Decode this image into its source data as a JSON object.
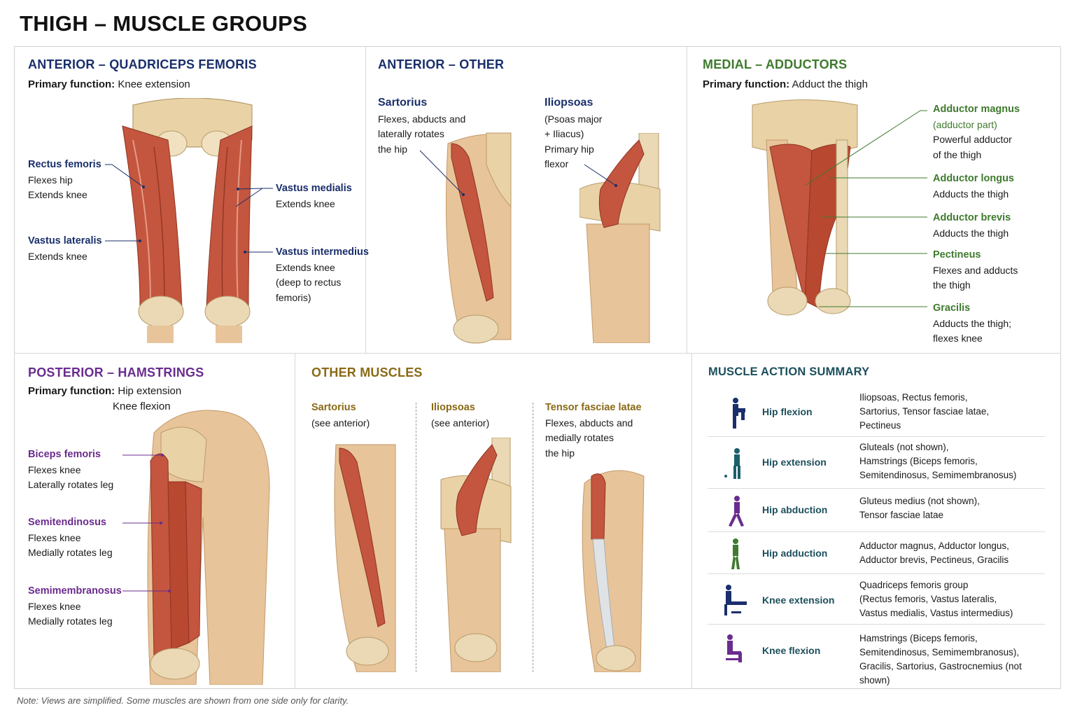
{
  "title": "THIGH – MUSCLE GROUPS",
  "colors": {
    "navy": "#1a2f6b",
    "green": "#3f7a2e",
    "purple": "#6a2c8e",
    "gold": "#8a6a16",
    "teal": "#1c4f5c",
    "muscle": "#c4553e",
    "bone": "#e9d3a6",
    "skin": "#e8c49a"
  },
  "anterior_quad": {
    "heading": "ANTERIOR – QUADRICEPS FEMORIS",
    "pf_label": "Primary function:",
    "pf_value": "Knee extension",
    "labels": [
      {
        "name": "Rectus femoris",
        "l1": "Flexes hip",
        "l2": "Extends knee"
      },
      {
        "name": "Vastus lateralis",
        "l1": "Extends knee"
      },
      {
        "name": "Vastus medialis",
        "l1": "Extends knee"
      },
      {
        "name": "Vastus intermedius",
        "l1": "Extends knee",
        "l2": "(deep to rectus",
        "l3": "femoris)"
      }
    ]
  },
  "anterior_other": {
    "heading": "ANTERIOR – OTHER",
    "sartorius": {
      "name": "Sartorius",
      "l1": "Flexes, abducts and",
      "l2": "laterally rotates",
      "l3": "the hip"
    },
    "iliopsoas": {
      "name": "Iliopsoas",
      "l1": "(Psoas major",
      "l2": "+ Iliacus)",
      "l3": "Primary hip",
      "l4": "flexor"
    }
  },
  "medial": {
    "heading": "MEDIAL – ADDUCTORS",
    "pf_label": "Primary function:",
    "pf_value": "Adduct the thigh",
    "labels": [
      {
        "name": "Adductor magnus",
        "l1": "(adductor part)",
        "l2": "Powerful adductor",
        "l3": "of the thigh"
      },
      {
        "name": "Adductor longus",
        "l1": "Adducts the thigh"
      },
      {
        "name": "Adductor brevis",
        "l1": "Adducts the thigh"
      },
      {
        "name": "Pectineus",
        "l1": "Flexes and adducts",
        "l2": "the thigh"
      },
      {
        "name": "Gracilis",
        "l1": "Adducts the thigh;",
        "l2": "flexes knee"
      }
    ]
  },
  "posterior": {
    "heading": "POSTERIOR – HAMSTRINGS",
    "pf_label": "Primary function:",
    "pf_value": "Hip extension",
    "pf_value2": "Knee flexion",
    "labels": [
      {
        "name": "Biceps femoris",
        "l1": "Flexes knee",
        "l2": "Laterally rotates leg"
      },
      {
        "name": "Semitendinosus",
        "l1": "Flexes knee",
        "l2": "Medially rotates leg"
      },
      {
        "name": "Semimembranosus",
        "l1": "Flexes knee",
        "l2": "Medially rotates leg"
      }
    ]
  },
  "other": {
    "heading": "OTHER MUSCLES",
    "sartorius": {
      "name": "Sartorius",
      "l1": "(see anterior)"
    },
    "iliopsoas": {
      "name": "Iliopsoas",
      "l1": "(see anterior)"
    },
    "tfl": {
      "name": "Tensor fasciae latae",
      "l1": "Flexes, abducts and",
      "l2": "medially rotates",
      "l3": "the hip"
    }
  },
  "summary": {
    "heading": "MUSCLE ACTION SUMMARY",
    "rows": [
      {
        "icon": "hip-flexion-icon",
        "action": "Hip flexion",
        "muscles": "Iliopsoas, Rectus femoris,\nSartorius, Tensor fasciae latae,\nPectineus",
        "color": "#1a2f6b"
      },
      {
        "icon": "hip-extension-icon",
        "action": "Hip extension",
        "muscles": "Gluteals (not shown),\nHamstrings (Biceps femoris,\nSemitendinosus, Semimembranosus)",
        "color": "#1c5f6a"
      },
      {
        "icon": "hip-abduction-icon",
        "action": "Hip abduction",
        "muscles": "Gluteus medius (not shown),\nTensor fasciae latae",
        "color": "#6a2c8e"
      },
      {
        "icon": "hip-adduction-icon",
        "action": "Hip adduction",
        "muscles": "Adductor magnus, Adductor longus,\nAdductor brevis, Pectineus, Gracilis",
        "color": "#3f7a2e"
      },
      {
        "icon": "knee-extension-icon",
        "action": "Knee extension",
        "muscles": "Quadriceps femoris group\n(Rectus femoris, Vastus lateralis,\nVastus medialis, Vastus intermedius)",
        "color": "#1a2f6b"
      },
      {
        "icon": "knee-flexion-icon",
        "action": "Knee flexion",
        "muscles": "Hamstrings (Biceps femoris,\nSemitendinosus, Semimembranosus),\nGracilis, Sartorius, Gastrocnemius (not shown)",
        "color": "#6a2c8e"
      }
    ]
  },
  "note": "Note: Views are simplified. Some muscles are shown from one side only for clarity."
}
